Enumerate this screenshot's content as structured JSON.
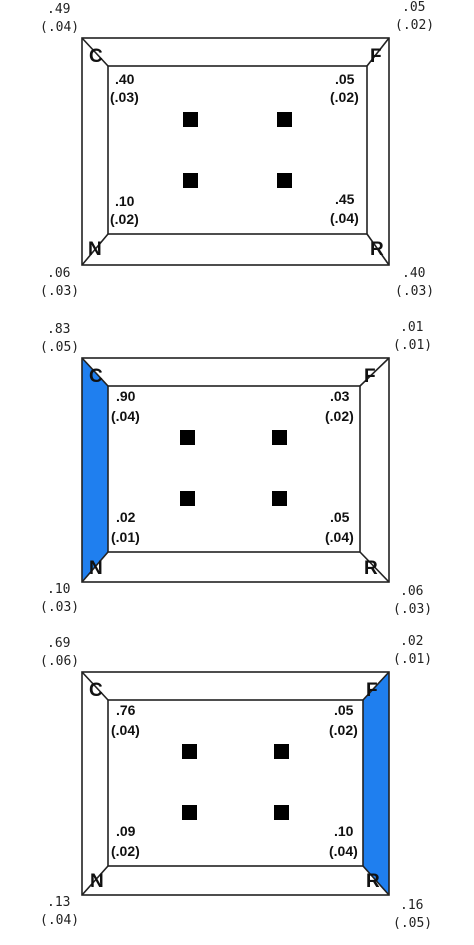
{
  "highlight_color": "#1f7fef",
  "square_color": "#000000",
  "panels": [
    {
      "highlight": "none",
      "letters": {
        "tl": "C",
        "tr": "F",
        "bl": "N",
        "br": "R"
      },
      "outer": {
        "tl": {
          "v": ".49",
          "se": "(.04)"
        },
        "tr": {
          "v": ".05",
          "se": "(.02)"
        },
        "bl": {
          "v": ".06",
          "se": "(.03)"
        },
        "br": {
          "v": ".40",
          "se": "(.03)"
        }
      },
      "inner": {
        "tl": {
          "v": ".40",
          "se": "(.03)"
        },
        "tr": {
          "v": ".05",
          "se": "(.02)"
        },
        "bl": {
          "v": ".10",
          "se": "(.02)"
        },
        "br": {
          "v": ".45",
          "se": "(.04)"
        }
      }
    },
    {
      "highlight": "left",
      "letters": {
        "tl": "C",
        "tr": "F",
        "bl": "N",
        "br": "R"
      },
      "outer": {
        "tl": {
          "v": ".83",
          "se": "(.05)"
        },
        "tr": {
          "v": ".01",
          "se": "(.01)"
        },
        "bl": {
          "v": ".10",
          "se": "(.03)"
        },
        "br": {
          "v": ".06",
          "se": "(.03)"
        }
      },
      "inner": {
        "tl": {
          "v": ".90",
          "se": "(.04)"
        },
        "tr": {
          "v": ".03",
          "se": "(.02)"
        },
        "bl": {
          "v": ".02",
          "se": "(.01)"
        },
        "br": {
          "v": ".05",
          "se": "(.04)"
        }
      }
    },
    {
      "highlight": "right",
      "letters": {
        "tl": "C",
        "tr": "F",
        "bl": "N",
        "br": "R"
      },
      "outer": {
        "tl": {
          "v": ".69",
          "se": "(.06)"
        },
        "tr": {
          "v": ".02",
          "se": "(.01)"
        },
        "bl": {
          "v": ".13",
          "se": "(.04)"
        },
        "br": {
          "v": ".16",
          "se": "(.05)"
        }
      },
      "inner": {
        "tl": {
          "v": ".76",
          "se": "(.04)"
        },
        "tr": {
          "v": ".05",
          "se": "(.02)"
        },
        "bl": {
          "v": ".09",
          "se": "(.02)"
        },
        "br": {
          "v": ".10",
          "se": "(.04)"
        }
      }
    }
  ]
}
